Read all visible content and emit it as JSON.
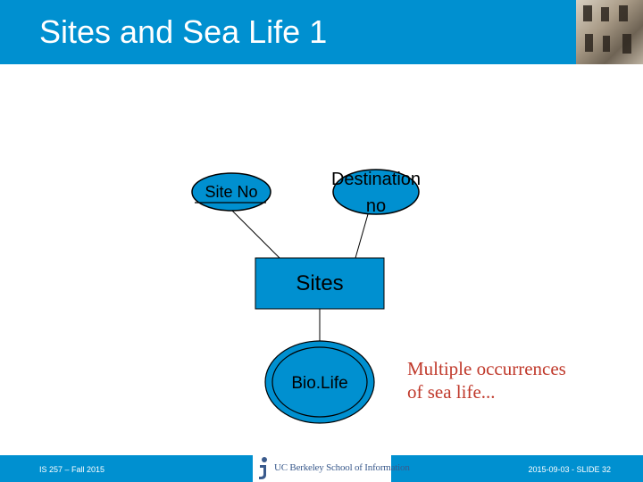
{
  "slide": {
    "title": "Sites and Sea Life 1",
    "colors": {
      "header": "#0090d0",
      "shape_fill": "#0090d0",
      "note_text": "#c0392b"
    }
  },
  "diagram": {
    "attributes": {
      "site_no": "Site No",
      "destination_line1": "Destination",
      "destination_line2": "no"
    },
    "entity": {
      "sites": "Sites"
    },
    "multivalued_attribute": {
      "biolife": "Bio.Life"
    }
  },
  "annotation": {
    "line1": "Multiple occurrences",
    "line2": "of sea life..."
  },
  "footer": {
    "course": "IS 257 – Fall 2015",
    "logo_text": "UC Berkeley School of Information",
    "slide_info": "2015-09-03 - SLIDE 32"
  }
}
